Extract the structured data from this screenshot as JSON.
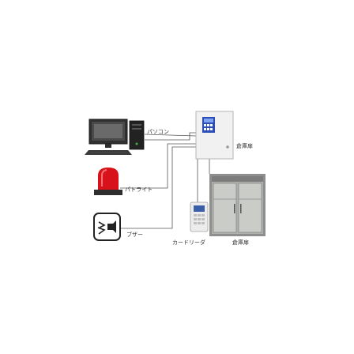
{
  "labels": {
    "pc": "パソコン",
    "controller": "倉庫扉",
    "patlite": "パトライト",
    "buzzer": "ブザー",
    "card_reader": "カードリーダ",
    "door": "倉庫扉"
  },
  "colors": {
    "line": "#555555",
    "patlite_red": "#d8121a",
    "controller_body": "#f1f1f1",
    "controller_panel": "#2a4db8",
    "door_frame": "#8e8e8e",
    "door_glass": "#c9ccc7"
  },
  "icons": {
    "pc": "desktop-computer-icon",
    "patlite": "warning-light-icon",
    "buzzer": "speaker-icon",
    "controller": "control-box-icon",
    "card_reader": "card-reader-icon",
    "door": "double-door-icon"
  }
}
